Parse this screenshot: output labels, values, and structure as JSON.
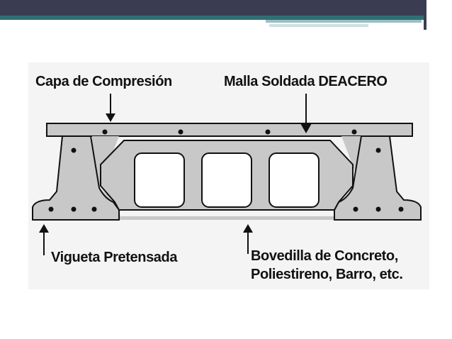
{
  "labels": {
    "capa": "Capa de Compresión",
    "malla": "Malla Soldada DEACERO",
    "vigueta": "Vigueta Pretensada",
    "bovedilla_line1": "Bovedilla de Concreto,",
    "bovedilla_line2": "Poliestireno, Barro, etc."
  },
  "colors": {
    "concrete": "#c8c8c8",
    "outline": "#111111",
    "header_dark": "#3a3d52",
    "header_teal": "#2f6f73"
  }
}
